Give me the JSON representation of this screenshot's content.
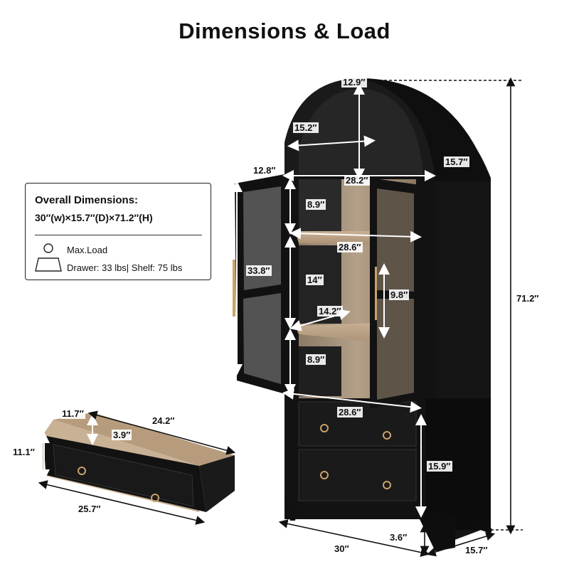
{
  "title": "Dimensions & Load",
  "panel": {
    "heading": "Overall Dimensions:",
    "dimensions": "30″(w)×15.7″(D)×71.2″(H)",
    "load_label": "Max.Load",
    "capacity": "Drawer: 33 lbs| Shelf: 75 lbs"
  },
  "icons": [
    "weight-icon"
  ],
  "labels": {
    "top_depth": "12.9″",
    "arch_radius": "15.2″",
    "arch_depth": "15.7″",
    "door_width": "12.8″",
    "inner_width": "28.2″",
    "top_shelf_height": "8.9″",
    "shelf_width": "28.6″",
    "door_height": "33.8″",
    "mid_shelf_height": "14″",
    "shelf_depth": "14.2″",
    "handle_length": "9.8″",
    "bottom_shelf_height": "8.9″",
    "base_width": "28.6″",
    "drawer_section_height": "15.9″",
    "total_height": "71.2″",
    "leg_height": "3.6″",
    "total_width": "30″",
    "total_depth": "15.7″",
    "drawer_depth": "11.7″",
    "drawer_inner_width": "24.2″",
    "drawer_inner_height": "3.9″",
    "drawer_height": "11.1″",
    "drawer_width": "25.7″"
  }
}
